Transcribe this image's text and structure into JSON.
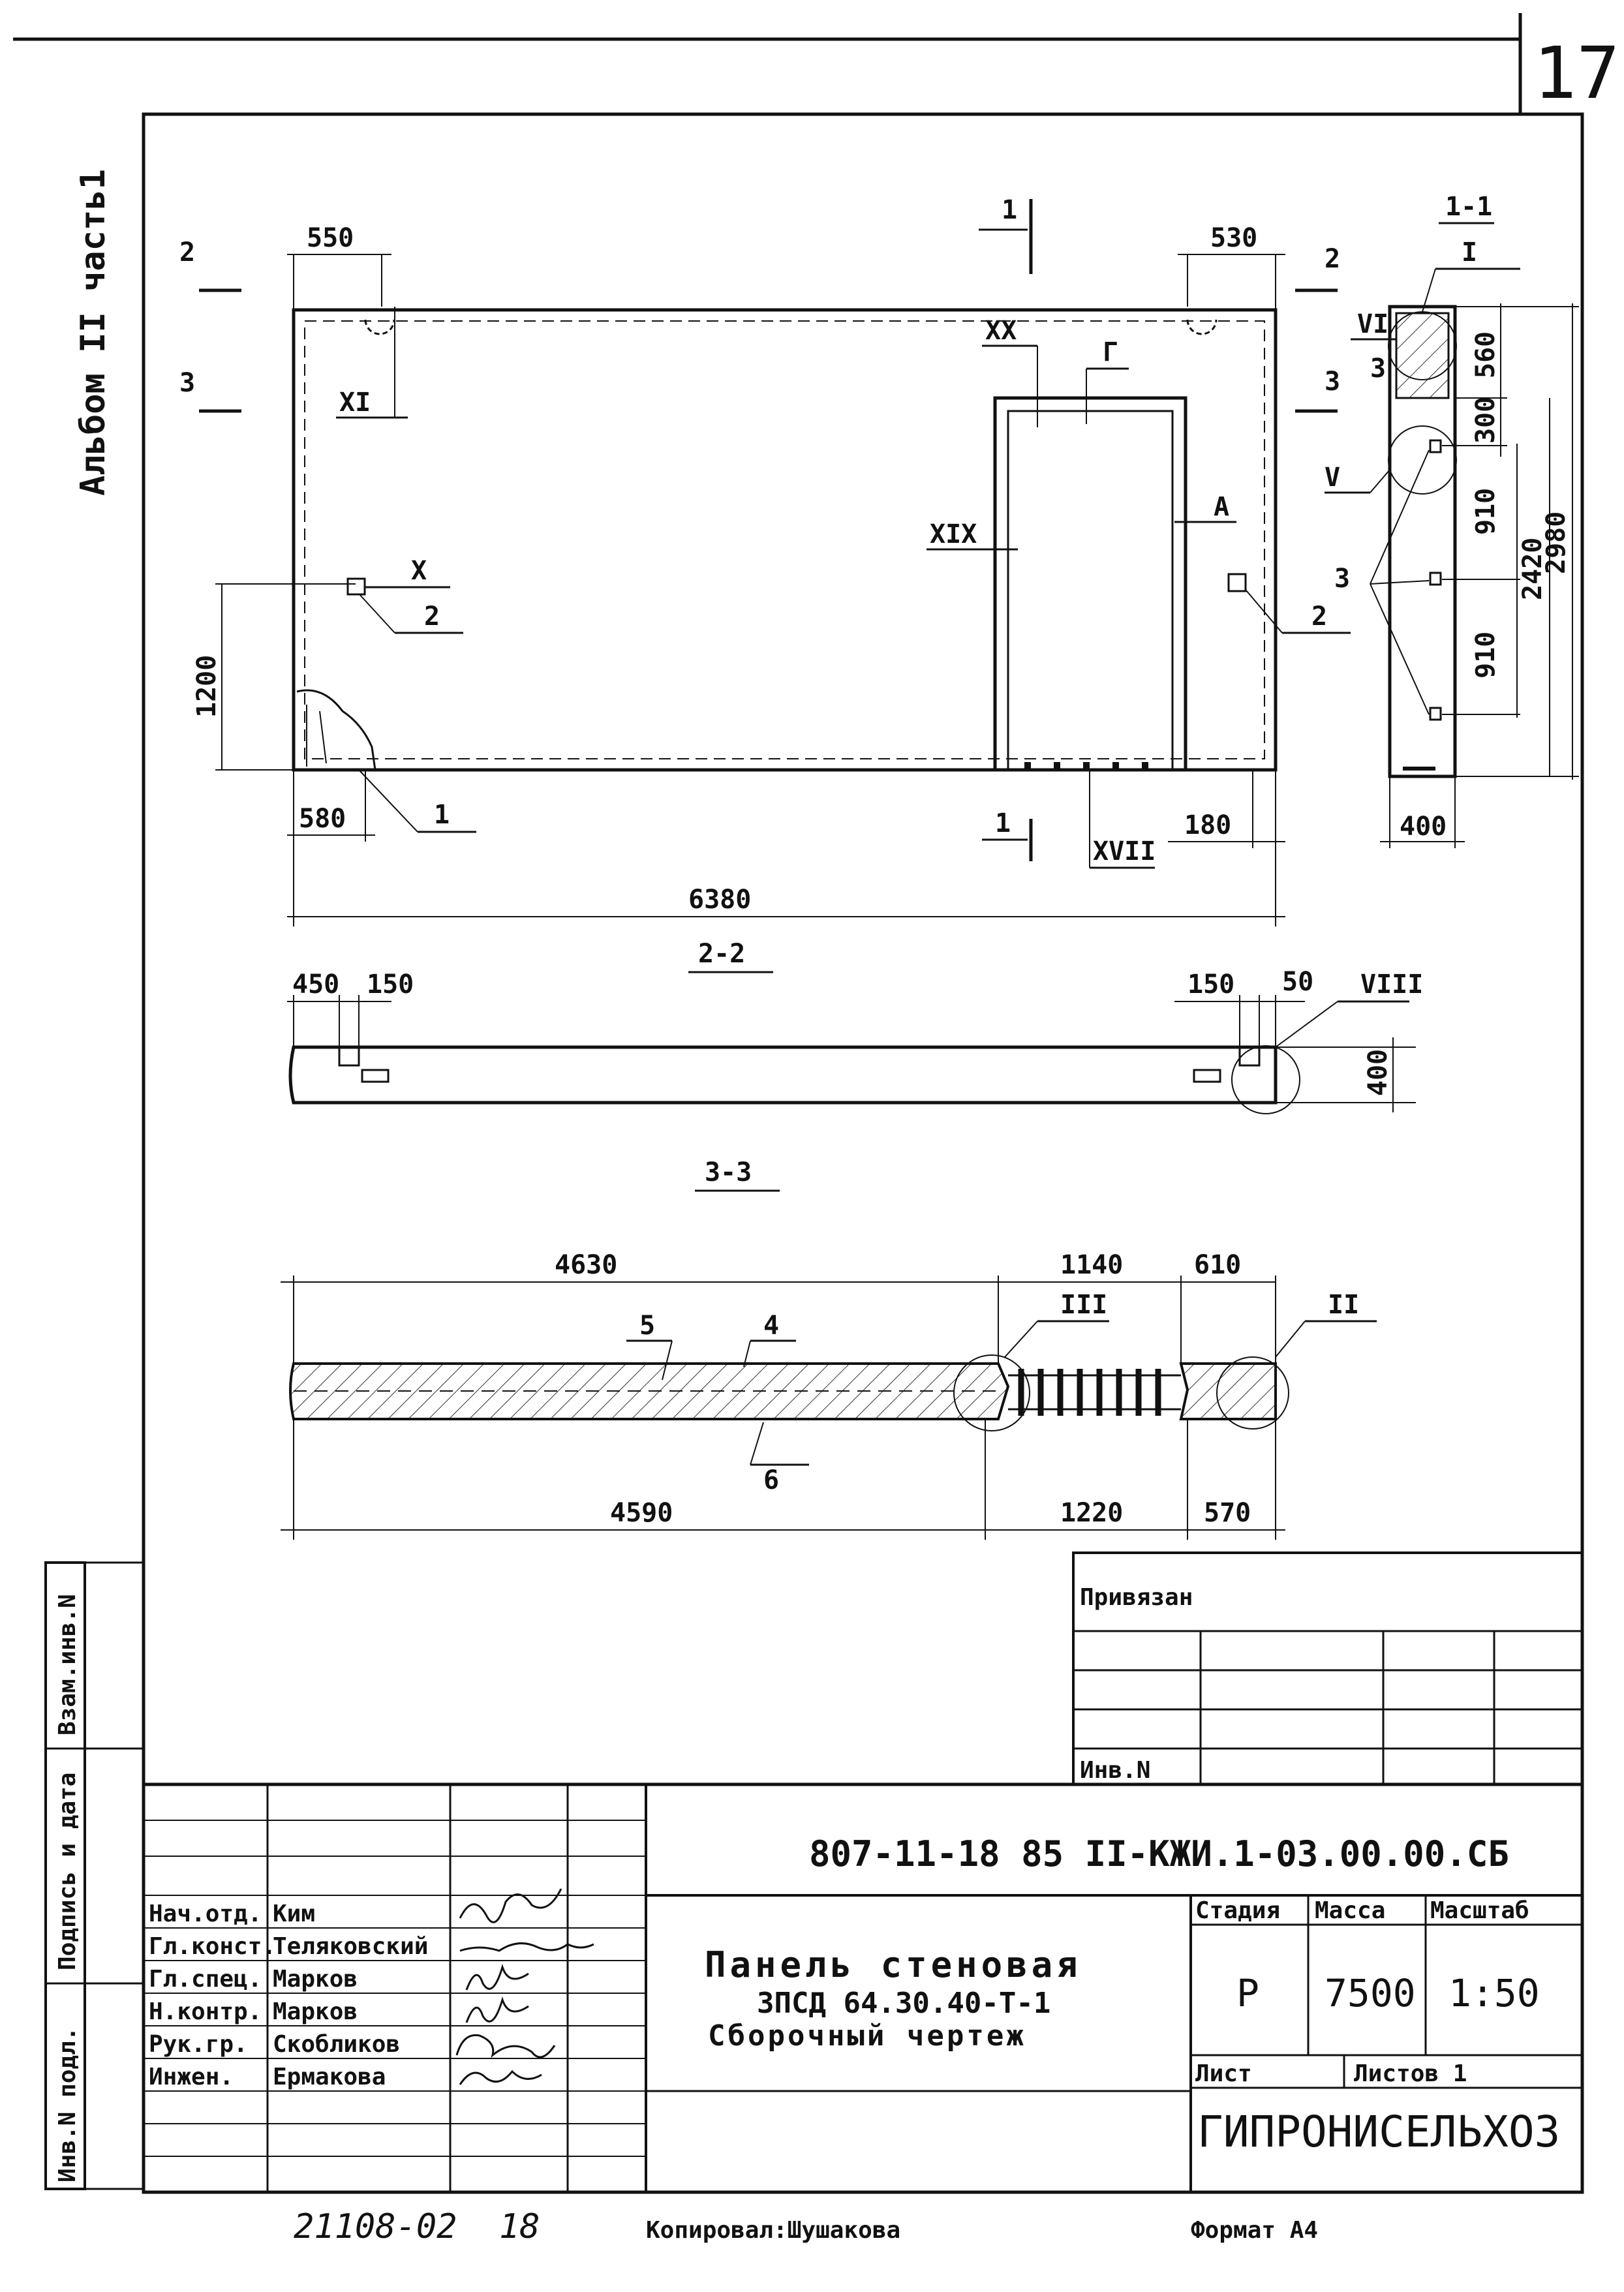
{
  "sheet_number": "17",
  "album_note": "Альбом II часть1",
  "plan": {
    "dims": {
      "d550": "550",
      "d530": "530",
      "d1200": "1200",
      "d580": "580",
      "d180": "180",
      "d6380": "6380"
    },
    "section_marks": {
      "s1": "1",
      "s2": "2",
      "s3": "3"
    },
    "callouts": {
      "xi": "XI",
      "x": "X",
      "xx": "XX",
      "g": "Г",
      "xix": "XIX",
      "a": "А",
      "xvii": "XVII",
      "p1": "1",
      "p2": "2",
      "p2b": "2"
    }
  },
  "section_1_1": {
    "title": "1-1",
    "callouts": {
      "i": "I",
      "vi": "VI",
      "v": "V",
      "p3": "3",
      "p3b": "3"
    },
    "dims": {
      "d560": "560",
      "d300": "300",
      "d910a": "910",
      "d910b": "910",
      "d2420": "2420",
      "d2980": "2980",
      "d400": "400"
    }
  },
  "section_2_2": {
    "title": "2-2",
    "dims": {
      "d450": "450",
      "d150a": "150",
      "d150b": "150",
      "d50": "50",
      "d400": "400"
    },
    "callouts": {
      "viii": "VIII"
    }
  },
  "section_3_3": {
    "title": "3-3",
    "dims": {
      "d4630": "4630",
      "d1140": "1140",
      "d610": "610",
      "d4590": "4590",
      "d1220": "1220",
      "d570": "570"
    },
    "callouts": {
      "iii": "III",
      "ii": "II",
      "p4": "4",
      "p5": "5",
      "p6": "6"
    }
  },
  "stamp": {
    "privyazan": "Привязан",
    "inv_n": "Инв.N",
    "side_labels": [
      "Взам.инв.N",
      "Подпись и дата",
      "Инв.N подл."
    ],
    "doc_code": "807-11-18 85 II-КЖИ.1-03.00.00.СБ",
    "title_lines": [
      "Панель стеновая",
      "3ПСД 64.30.40-Т-1",
      "Сборочный чертеж"
    ],
    "roles": [
      "Нач.отд.",
      "Гл.конст.",
      "Гл.спец.",
      "Н.контр.",
      "Рук.гр.",
      "Инжен."
    ],
    "names": [
      "Ким",
      "Теляковский",
      "Марков",
      "Марков",
      "Скобликов",
      "Ермакова"
    ],
    "stage_header": "Стадия",
    "mass_header": "Масса",
    "scale_header": "Масштаб",
    "stage": "Р",
    "mass": "7500",
    "scale": "1:50",
    "sheet_label": "Лист",
    "sheets_label": "Листов 1",
    "organization": "ГИПРОНИСЕЛЬХОЗ"
  },
  "footer": {
    "archive": "21108-02",
    "page": "18",
    "copied": "Копировал:Шушакова",
    "format": "Формат А4"
  }
}
